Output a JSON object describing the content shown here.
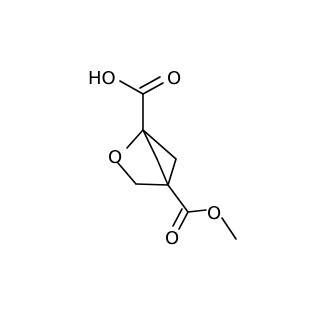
{
  "molecule": {
    "atoms": {
      "hydroxyl": "HO",
      "carbonyl_o_top": "O",
      "ring_o": "O",
      "carbonyl_o_bottom": "O",
      "ester_o": "O"
    }
  },
  "colors": {
    "bond": "#000000",
    "background": "#ffffff"
  }
}
